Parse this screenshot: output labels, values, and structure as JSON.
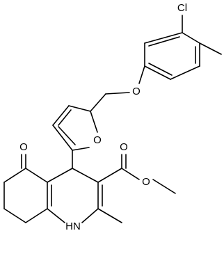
{
  "structure": {
    "atoms": {
      "chlorine": "Cl",
      "ether_oxygen": "O",
      "furan_oxygen": "O",
      "ketone_oxygen": "O",
      "ester_carbonyl_oxygen": "O",
      "ester_alkoxy_oxygen": "O",
      "amine_nitrogen": "H\nN"
    },
    "colors": {
      "bonds": "#000000",
      "labels": "#000000",
      "background": "#ffffff"
    }
  }
}
